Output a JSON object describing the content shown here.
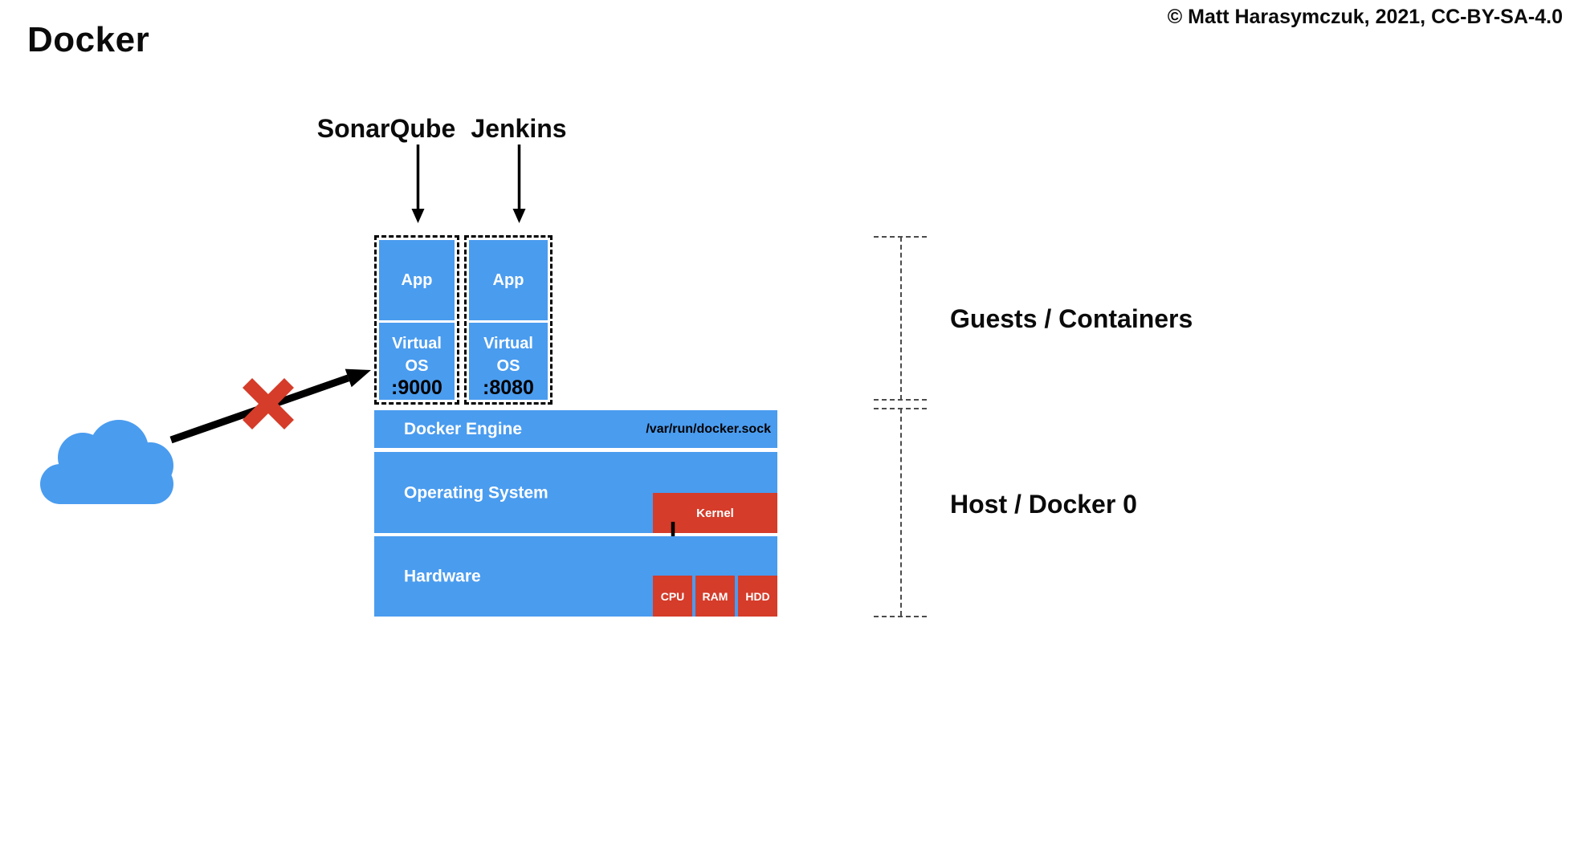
{
  "page": {
    "title": "Docker",
    "copyright": "© Matt Harasymczuk, 2021, CC-BY-SA-4.0"
  },
  "colors": {
    "blue": "#4a9cef",
    "red": "#d53c2a",
    "black": "#000000",
    "white": "#ffffff",
    "dash_gray": "#4c4c4c"
  },
  "containers": {
    "items": [
      {
        "name": "SonarQube",
        "app": "App",
        "os_line1": "Virtual",
        "os_line2": "OS",
        "port": ":9000"
      },
      {
        "name": "Jenkins",
        "app": "App",
        "os_line1": "Virtual",
        "os_line2": "OS",
        "port": ":8080"
      }
    ]
  },
  "host": {
    "docker_engine": {
      "label": "Docker Engine",
      "socket": "/var/run/docker.sock"
    },
    "operating_system": {
      "label": "Operating System",
      "kernel": "Kernel"
    },
    "hardware": {
      "label": "Hardware",
      "components": [
        "CPU",
        "RAM",
        "HDD"
      ]
    }
  },
  "brackets": {
    "guests_label": "Guests / Containers",
    "host_label": "Host / Docker 0"
  },
  "icons": {
    "cloud": "cloud-icon",
    "blocked_connection": "blocked-arrow-x-icon",
    "deploy_arrows": "down-arrow-icon",
    "kernel_arrow": "down-arrow-icon"
  }
}
